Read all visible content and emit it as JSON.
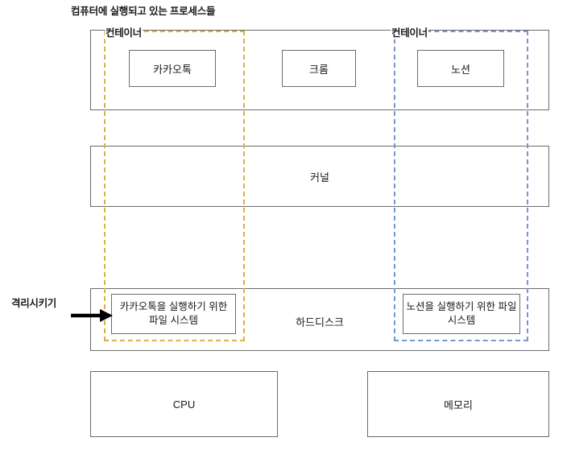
{
  "title": "컴퓨터에 실행되고 있는 프로세스들",
  "layers": {
    "process": {
      "name": "process-layer"
    },
    "kernel": {
      "label": "커널"
    },
    "disk": {
      "label": "하드디스크"
    }
  },
  "containers": [
    {
      "label": "컨테이너",
      "color": "#d9b14a",
      "app": "카카오톡",
      "filesystem": "카카오톡을 실행하기 위한 파일 시스템"
    },
    {
      "label": "컨테이너",
      "color": "#7598d0",
      "app": "노션",
      "filesystem": "노션을 실행하기 위한 파일 시스템"
    }
  ],
  "apps": {
    "kakao": "카카오톡",
    "chrome": "크롬",
    "notion": "노션"
  },
  "filesystems": {
    "kakao": "카카오톡을 실행하기 위한 파일 시스템",
    "notion": "노션을 실행하기 위한 파일 시스템"
  },
  "hardware": {
    "cpu": "CPU",
    "memory": "메모리"
  },
  "annotation": {
    "isolate_label": "격리시키기",
    "arrow": "right-arrow-icon"
  },
  "colors": {
    "container_kakao": "#d9b14a",
    "container_notion": "#7598d0",
    "box_border": "#6b6b6b",
    "text": "#1a1a1a",
    "background": "#ffffff"
  }
}
